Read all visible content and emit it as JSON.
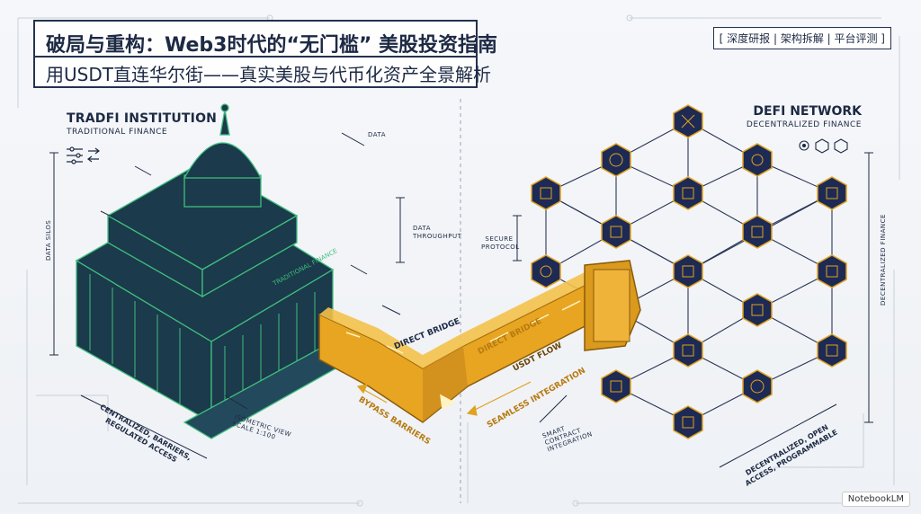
{
  "title": {
    "line1": "破局与重构：Web3时代的“无门槛” 美股投资指南",
    "line2": "用USDT直连华尔街——真实美股与代币化资产全景解析"
  },
  "tags": "[ 深度研报 | 架构拆解 | 平台评测 ]",
  "left": {
    "heading": "TRADFI INSTITUTION",
    "subheading": "TRADITIONAL FINANCE",
    "data_silos": "DATA SILOS",
    "data": "DATA",
    "data_throughput": "DATA THROUGHPUT",
    "building_sign": "TRADITIONAL FINANCE",
    "caption": "CENTRALIZED, BARRIERS, REGULATED ACCESS",
    "scale": "ISOMETRIC VIEW SCALE 1:100"
  },
  "right": {
    "heading": "DEFI NETWORK",
    "subheading": "DECENTRALIZED FINANCE",
    "side_label": "DECENTRALIZED FINANCE",
    "caption": "DECENTRALIZED, OPEN ACCESS, PROGRAMMABLE",
    "smart_contract": "SMART CONTRACT INTEGRATION",
    "secure_protocol": "SECURE PROTOCOL"
  },
  "bridge": {
    "direct_bridge_dark": "DIRECT BRIDGE",
    "direct_bridge_gold": "DIRECT BRIDGE",
    "usdt_flow": "USDT FLOW",
    "seamless": "SEAMLESS INTEGRATION",
    "bypass": "BYPASS BARRIERS"
  },
  "watermark": "NotebookLM",
  "colors": {
    "navy": "#1d2a44",
    "gold": "#e0a21f",
    "green": "#3fbf7f"
  }
}
